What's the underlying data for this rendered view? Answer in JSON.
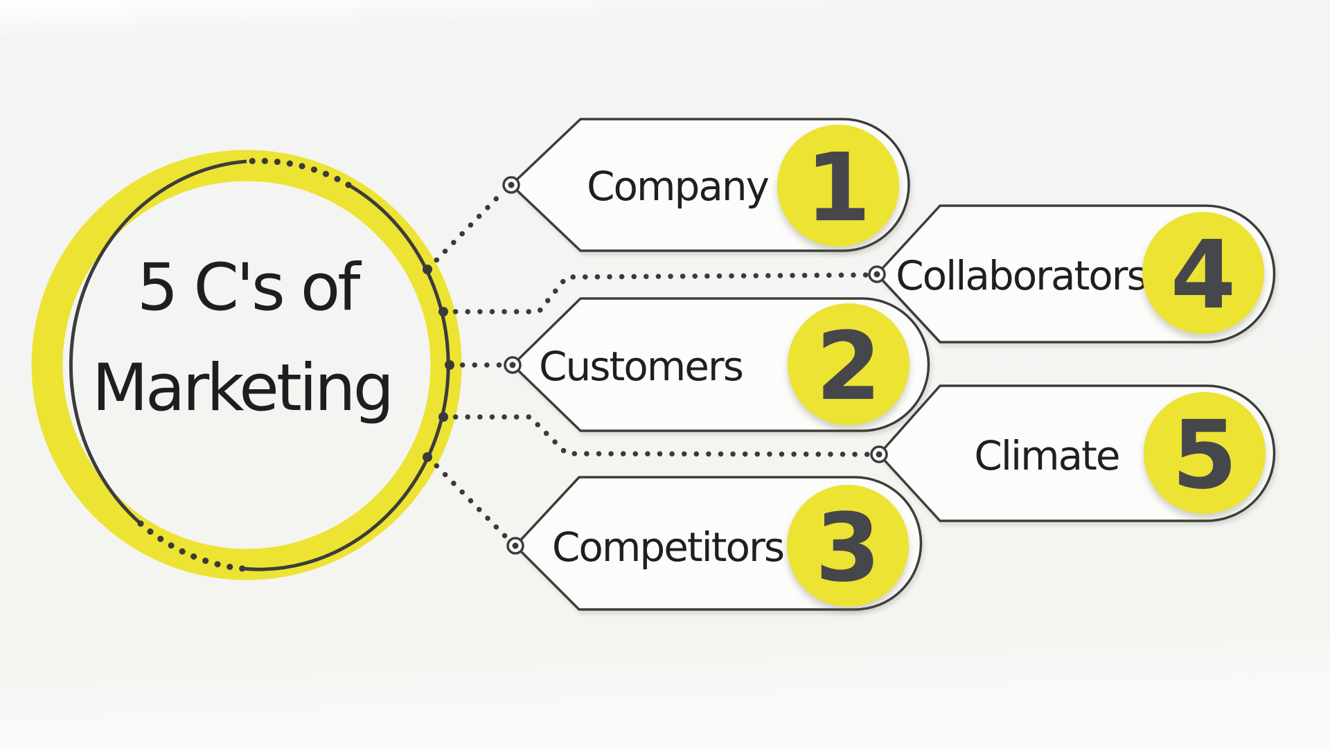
{
  "title": {
    "line1": "5 C's of",
    "line2": "Marketing"
  },
  "items": [
    {
      "label": "Company",
      "number": "1"
    },
    {
      "label": "Customers",
      "number": "2"
    },
    {
      "label": "Competitors",
      "number": "3"
    },
    {
      "label": "Collaborators",
      "number": "4"
    },
    {
      "label": "Climate",
      "number": "5"
    }
  ],
  "colors": {
    "accent_yellow": "#ece333",
    "outline_dark": "#3c3c3c",
    "number_gray": "#46474b",
    "text_black": "#1e1e1e",
    "background": "#f4f4f1",
    "shape_fill": "#fcfcfb"
  }
}
